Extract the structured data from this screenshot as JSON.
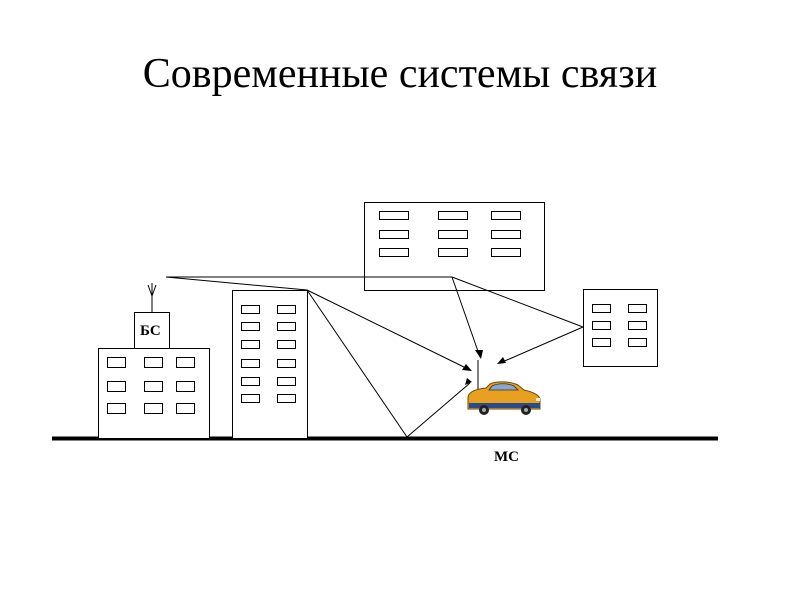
{
  "title": "Современные системы связи",
  "labels": {
    "base_station": "БС",
    "mobile_station": "МС"
  }
}
